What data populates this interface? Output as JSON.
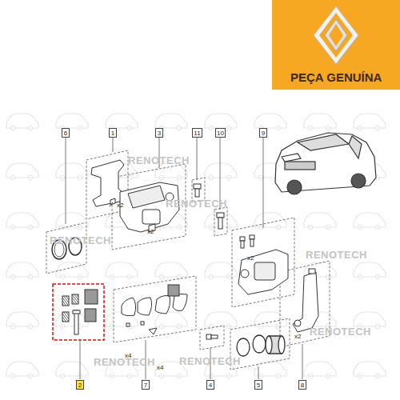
{
  "diagram": {
    "nodes": [
      {
        "text": [
          "6"
        ]
      },
      {
        "text": [
          "1"
        ]
      },
      {
        "text": [
          "3"
        ]
      },
      {
        "text": [
          "11"
        ]
      },
      {
        "text": [
          "10"
        ]
      },
      {
        "text": [
          "9"
        ]
      },
      {
        "text": [
          "2"
        ]
      },
      {
        "text": [
          "7"
        ]
      },
      {
        "text": [
          "4"
        ]
      },
      {
        "text": [
          "5"
        ]
      },
      {
        "text": [
          "8"
        ]
      }
    ],
    "labels": [
      "PEÇA GENUÍNA",
      "RENOTECH",
      "RENOTECH",
      "RENOTECH",
      "RENOTECH",
      "RENOTECH",
      "RENOTECH",
      "RENOTECH",
      "x2",
      "x2",
      "x2",
      "x2",
      "x4",
      "x4"
    ]
  }
}
